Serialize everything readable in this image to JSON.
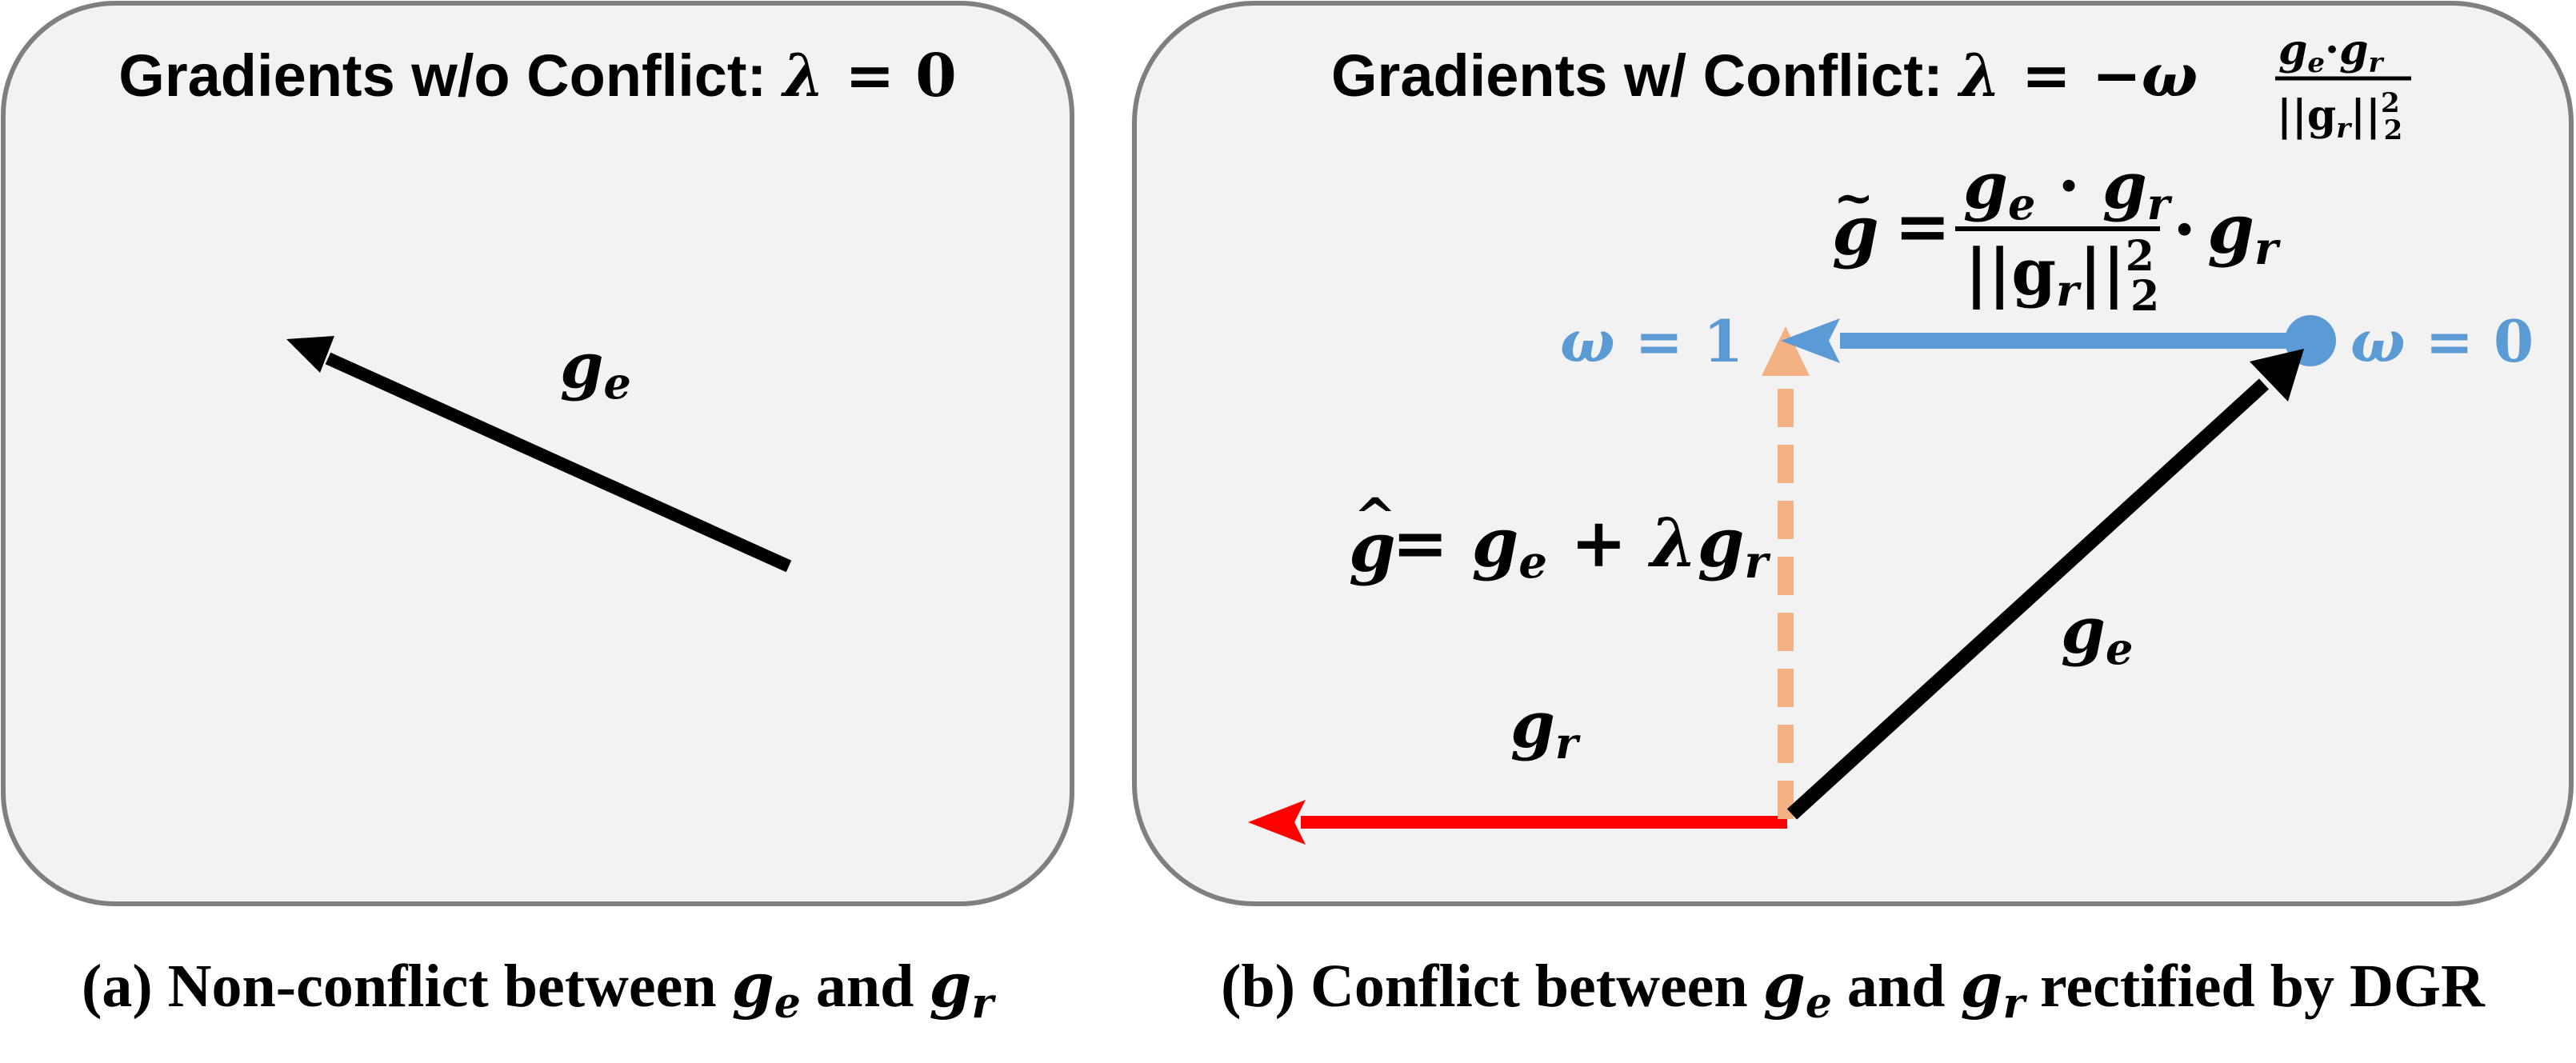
{
  "colors": {
    "panel_fill": "#f2f2f2",
    "panel_stroke": "#7f7f7f",
    "gradient_e": "#000000",
    "gradient_r": "#ff0000",
    "projection": "#5b9bd5",
    "rectified": "#f4b183"
  },
  "panel_a": {
    "title_text": "Gradients w/o Conflict: ",
    "title_lambda": "λ",
    "title_eq": " = 0",
    "ge_base": "g",
    "ge_sub": "e",
    "caption_prefix": "(a) Non-conflict between ",
    "caption_ge_base": "g",
    "caption_ge_sub": "e",
    "caption_and": " and ",
    "caption_gr_base": "g",
    "caption_gr_sub": "r"
  },
  "panel_b": {
    "title_text": "Gradients w/ Conflict: ",
    "title_lambda": "λ",
    "title_eq": " = −",
    "title_omega": "ω",
    "title_frac_num": "g",
    "title_frac_num_sub1": "e",
    "title_frac_dot": "·",
    "title_frac_num2": "g",
    "title_frac_num_sub2": "r",
    "title_frac_den": "||g",
    "title_frac_den_sub": "r",
    "title_frac_den_end": "||",
    "title_frac_den_sup": "2",
    "title_frac_den_sub2": "2",
    "gtilde_lhs": "g",
    "gtilde_tilde": "~",
    "gtilde_eq": "=",
    "gtilde_num1": "g",
    "gtilde_num1_sub": "e",
    "gtilde_num_dot": " · ",
    "gtilde_num2": "g",
    "gtilde_num2_sub": "r",
    "gtilde_den": "||g",
    "gtilde_den_sub": "r",
    "gtilde_den_end": "||",
    "gtilde_den_sup": "2",
    "gtilde_den_sub2": "2",
    "gtilde_mul": "·",
    "gtilde_rhs": "g",
    "gtilde_rhs_sub": "r",
    "omega1_sym": "ω",
    "omega1_eq": " = 1",
    "omega0_sym": "ω",
    "omega0_eq": " = 0",
    "ghat_lhs": "g",
    "ghat_hat": "^",
    "ghat_eq": " = ",
    "ghat_t1": "g",
    "ghat_t1_sub": "e",
    "ghat_plus": " + ",
    "ghat_lambda": "λ",
    "ghat_t2": "g",
    "ghat_t2_sub": "r",
    "ge_base": "g",
    "ge_sub": "e",
    "gr_base": "g",
    "gr_sub": "r",
    "caption_prefix": "(b) Conflict between ",
    "caption_ge_base": "g",
    "caption_ge_sub": "e",
    "caption_and": " and ",
    "caption_gr_base": "g",
    "caption_gr_sub": "r",
    "caption_suffix": " rectified by DGR"
  }
}
